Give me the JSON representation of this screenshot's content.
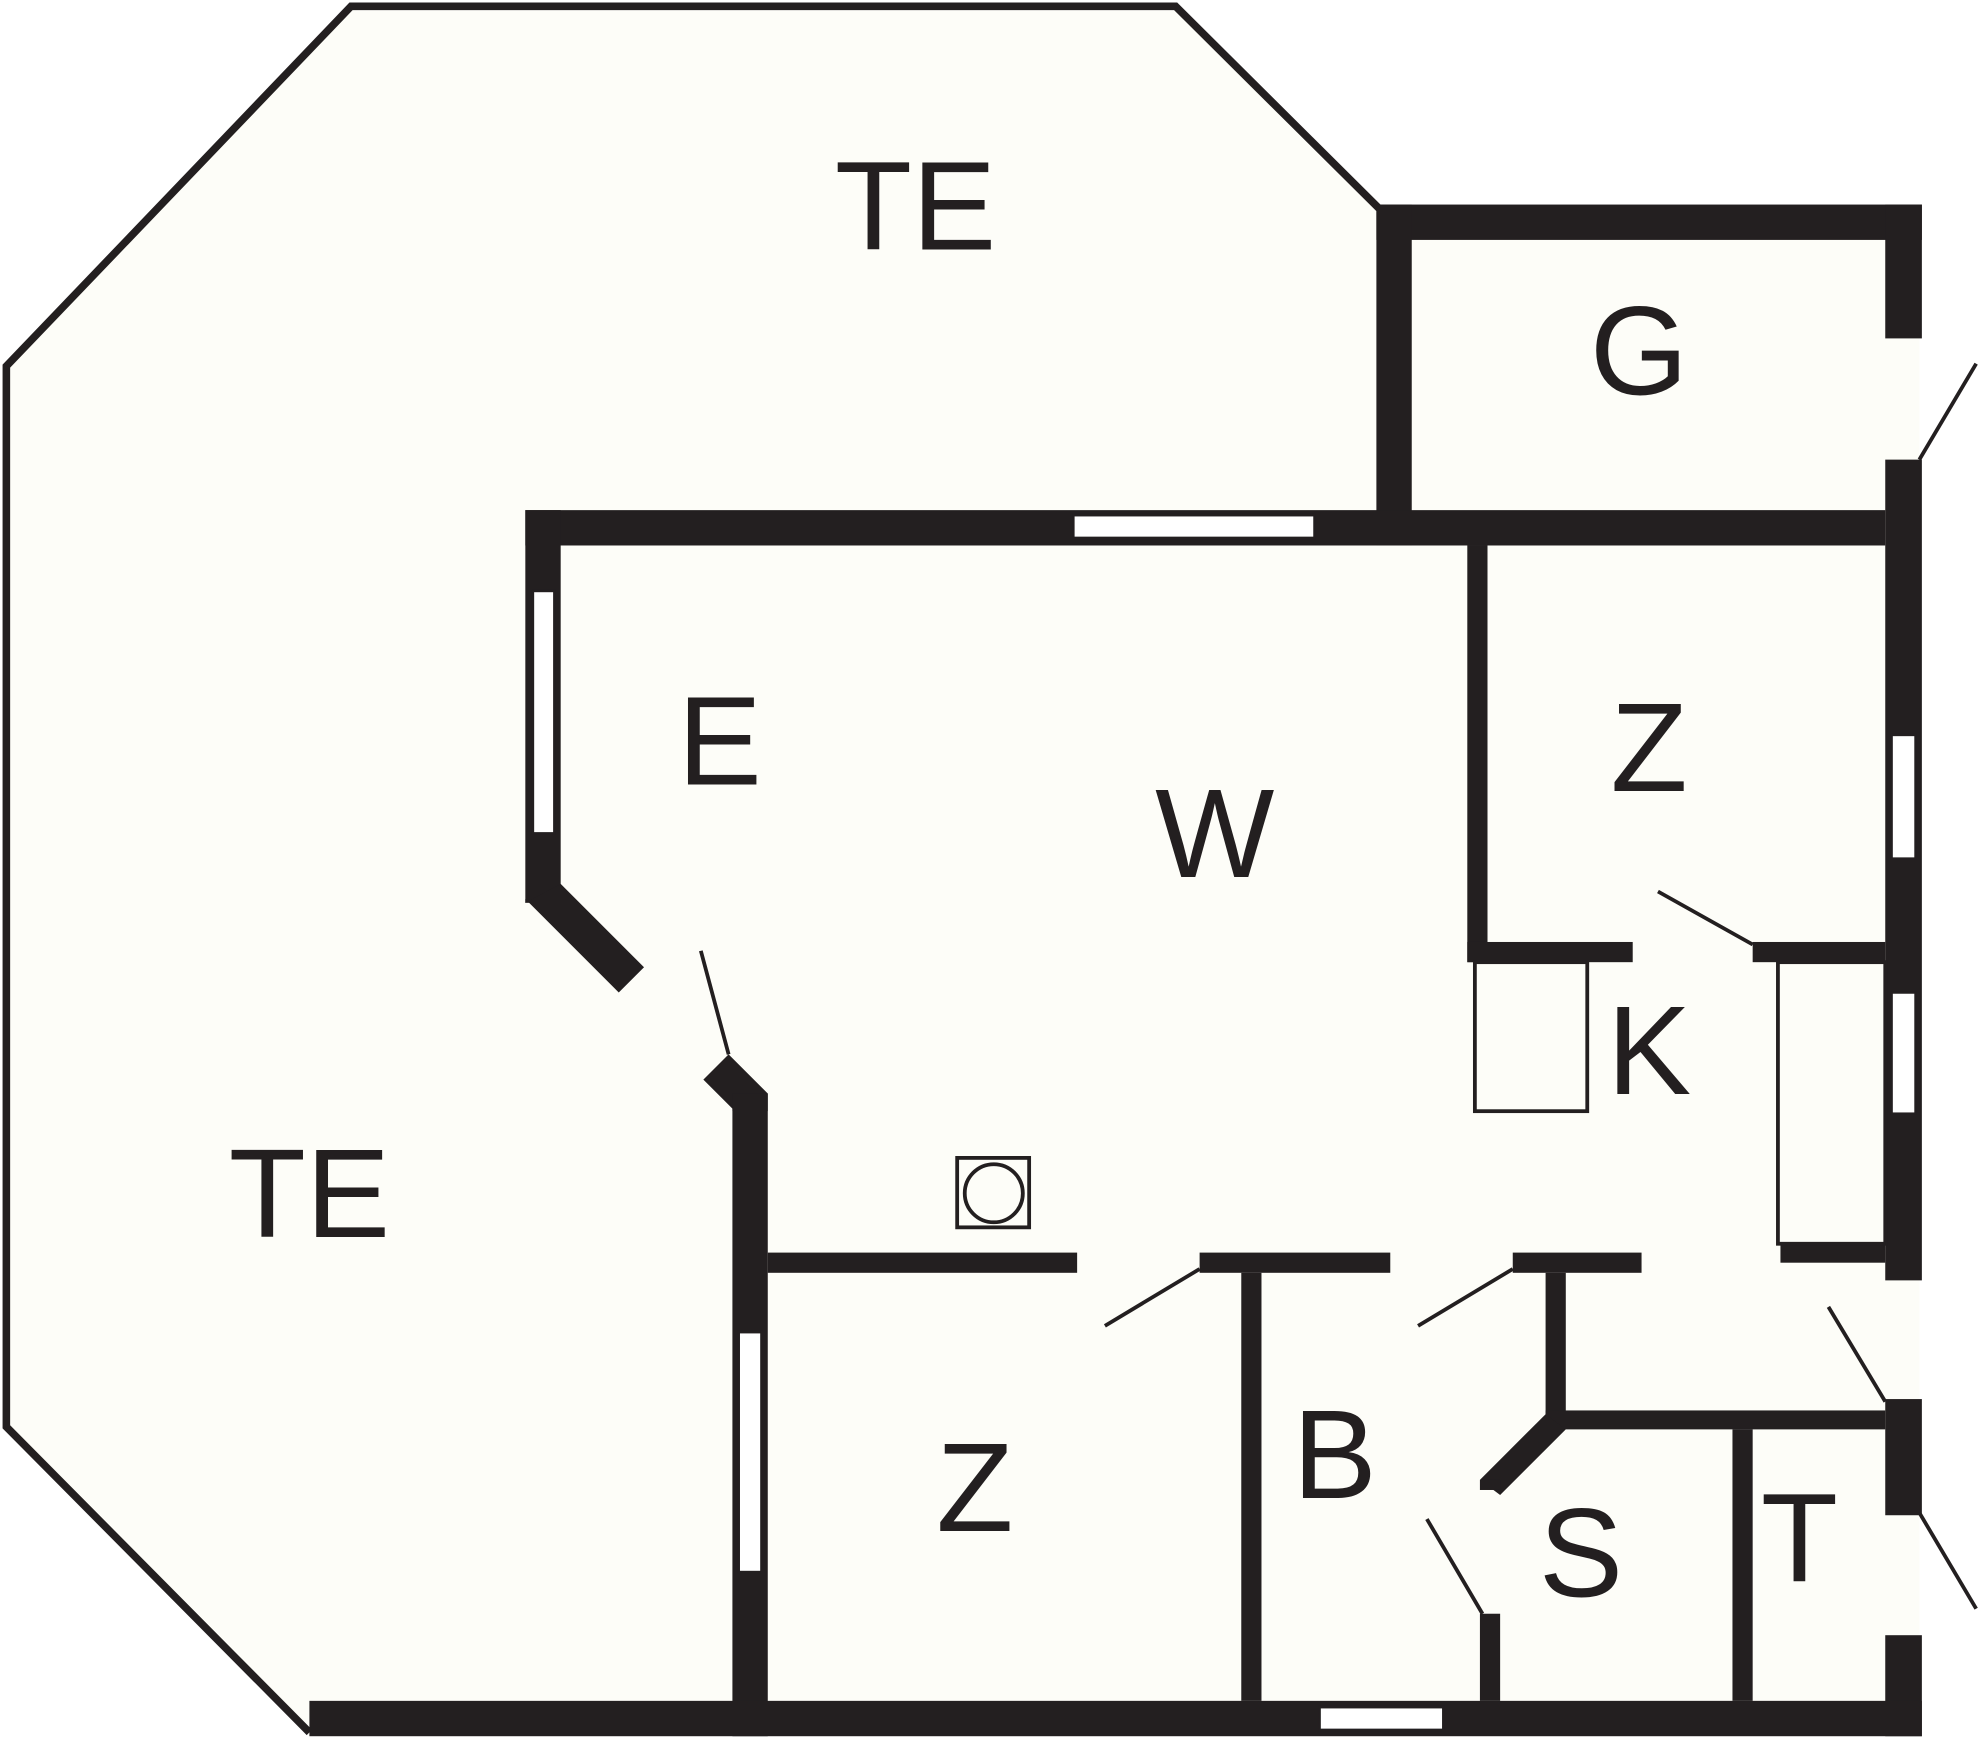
{
  "colors": {
    "wall": "#231f20",
    "floor": "#fdfdf8"
  },
  "rooms": [
    {
      "id": "terrace-top",
      "label": "TE"
    },
    {
      "id": "terrace-left",
      "label": "TE"
    },
    {
      "id": "garage",
      "label": "G"
    },
    {
      "id": "entrance",
      "label": "E"
    },
    {
      "id": "living",
      "label": "W"
    },
    {
      "id": "bedroom-1",
      "label": "Z"
    },
    {
      "id": "kitchen",
      "label": "K"
    },
    {
      "id": "bedroom-2",
      "label": "Z"
    },
    {
      "id": "bathroom",
      "label": "B"
    },
    {
      "id": "storage",
      "label": "S"
    },
    {
      "id": "toilet",
      "label": "T"
    }
  ]
}
